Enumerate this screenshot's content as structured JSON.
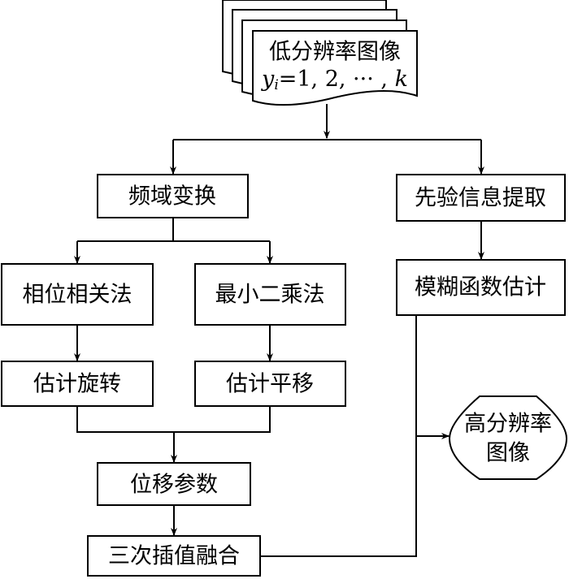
{
  "input": {
    "title": "低分辨率图像",
    "var": "y",
    "sub": "i",
    "range": "=1, 2, ··· , ",
    "k": "k"
  },
  "nodes": {
    "freq": "频域变换",
    "prior": "先验信息提取",
    "phase": "相位相关法",
    "lsq": "最小二乘法",
    "rot": "估计旋转",
    "trans": "估计平移",
    "blur": "模糊函数估计",
    "shift": "位移参数",
    "fusion": "三次插值融合",
    "output_line1": "高分辨率",
    "output_line2": "图像"
  }
}
